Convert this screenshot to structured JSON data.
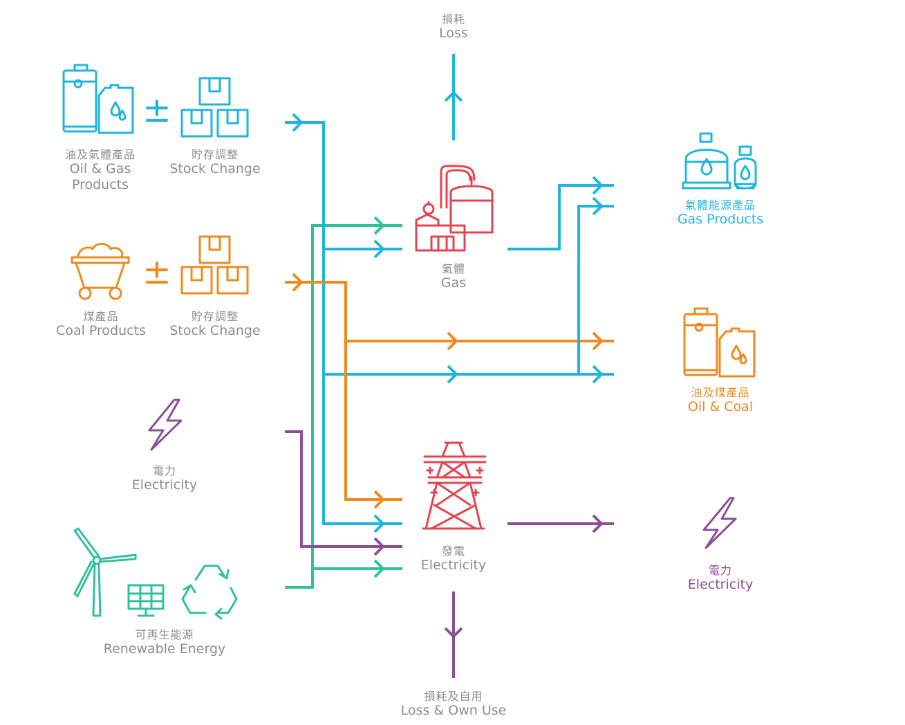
{
  "colors": {
    "oil_gas": "#1fb6dc",
    "coal": "#f0891e",
    "electricity": "#8b4f98",
    "renewable": "#2fc29a",
    "conversion": "#e6434f",
    "text": "#8c8c8c"
  },
  "icons": [
    "oil-gas-tanks-icon",
    "stock-boxes-icon",
    "coal-cart-icon",
    "lightning-icon",
    "wind-turbine-icon",
    "solar-panel-icon",
    "recycle-icon",
    "gas-plant-icon",
    "transmission-tower-icon",
    "gas-cylinders-icon",
    "oil-coal-tanks-icon"
  ],
  "sources": {
    "oil_gas": {
      "zh": "油及氣體產品",
      "en1": "Oil & Gas",
      "en2": "Products"
    },
    "oil_gas_stock": {
      "zh": "貯存調整",
      "en": "Stock Change"
    },
    "coal": {
      "zh": "煤產品",
      "en": "Coal Products"
    },
    "coal_stock": {
      "zh": "貯存調整",
      "en": "Stock Change"
    },
    "electricity": {
      "zh": "電力",
      "en": "Electricity"
    },
    "renewable": {
      "zh": "可再生能源",
      "en": "Renewable Energy"
    },
    "plus_minus": "±"
  },
  "conversion": {
    "gas": {
      "zh": "氣體",
      "en": "Gas"
    },
    "power": {
      "zh": "發電",
      "en": "Electricity"
    }
  },
  "losses": {
    "gas_loss": {
      "zh": "損耗",
      "en": "Loss"
    },
    "power_loss": {
      "zh": "損耗及自用",
      "en": "Loss & Own Use"
    }
  },
  "outputs": {
    "gas_products": {
      "zh": "氣體能源產品",
      "en": "Gas Products"
    },
    "oil_coal": {
      "zh": "油及煤產品",
      "en": "Oil & Coal"
    },
    "electricity": {
      "zh": "電力",
      "en": "Electricity"
    }
  }
}
